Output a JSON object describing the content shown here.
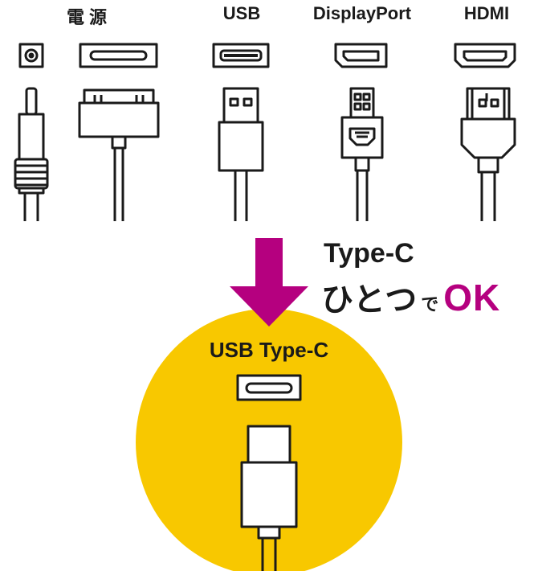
{
  "labels": {
    "power": "電 源",
    "usb": "USB",
    "displayport": "DisplayPort",
    "hdmi": "HDMI"
  },
  "message": {
    "line1": "Type-C",
    "line2_main": "ひとつ",
    "line2_particle": "で",
    "line2_ok": "OK"
  },
  "circle": {
    "title": "USB Type-C"
  },
  "colors": {
    "stroke": "#1a1a1a",
    "accent_magenta": "#b5007f",
    "circle_yellow": "#f8c800"
  },
  "icons": [
    "dc-power-jack-icon",
    "dock-connector-port-icon",
    "usb-a-port-icon",
    "displayport-port-icon",
    "hdmi-port-icon",
    "dc-power-plug-icon",
    "dock-connector-plug-icon",
    "usb-a-plug-icon",
    "displayport-plug-icon",
    "hdmi-plug-icon",
    "down-arrow-icon",
    "usb-c-port-icon",
    "usb-c-plug-icon"
  ]
}
